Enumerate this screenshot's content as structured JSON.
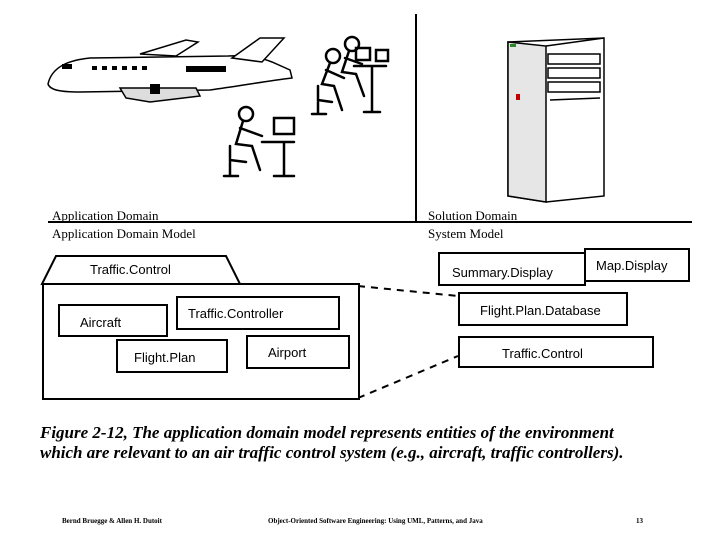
{
  "domains": {
    "application": {
      "title": "Application Domain",
      "model": "Application Domain Model"
    },
    "solution": {
      "title": "Solution Domain",
      "model": "System Model"
    }
  },
  "application_model": {
    "package": "Traffic.Control",
    "classes": [
      "Aircraft",
      "Traffic.Controller",
      "Flight.Plan",
      "Airport"
    ]
  },
  "system_model": {
    "classes": [
      "Summary.Display",
      "Map.Display",
      "Flight.Plan.Database",
      "Traffic.Control"
    ]
  },
  "illustrations": [
    "airplane-icon",
    "controllers-at-desks-icon",
    "controller-at-desk-icon",
    "server-tower-icon"
  ],
  "caption": "Figure 2-12, The application domain model represents entities of the environment which are relevant to an air traffic control system (e.g., aircraft, traffic controllers).",
  "footer": {
    "left": "Bernd Bruegge & Allen H. Dutoit",
    "center": "Object-Oriented Software Engineering: Using UML, Patterns, and Java",
    "page": "13"
  }
}
